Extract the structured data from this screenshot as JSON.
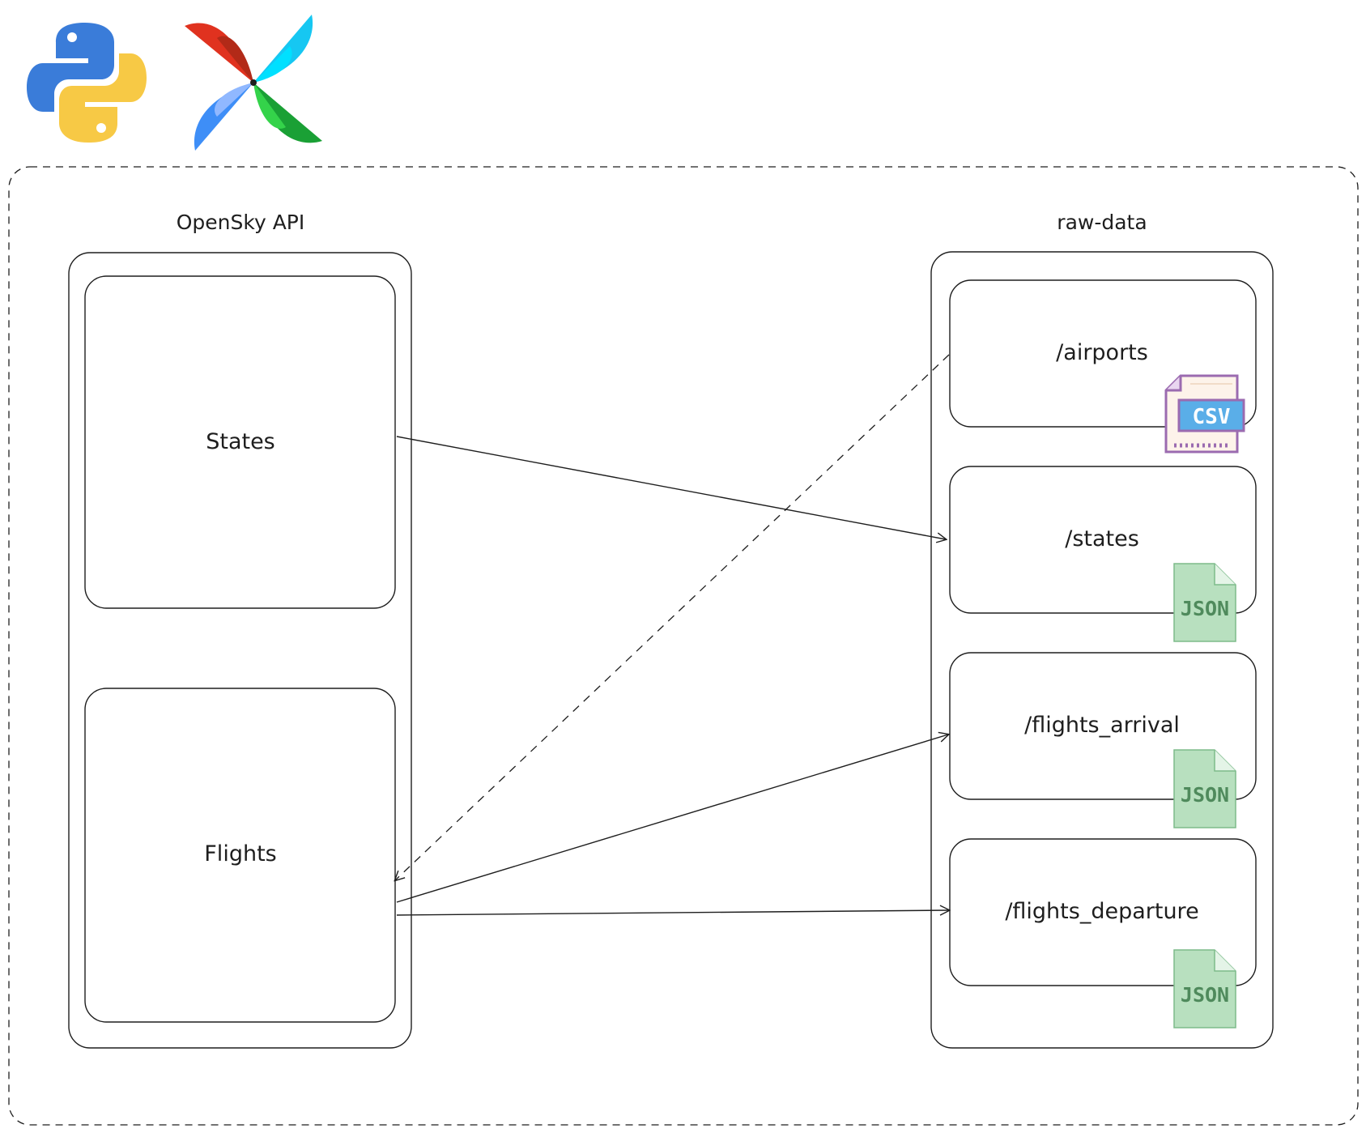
{
  "colors": {
    "stroke": "#1e1e1e",
    "json_fill": "#b8e0bf",
    "json_border": "#7dbb8a",
    "json_text": "#4f8a5c",
    "csv_fill": "#fdf3ea",
    "csv_border": "#9b6bb0",
    "csv_label": "#5aaee8",
    "python_blue": "#3a7cd9",
    "python_yellow": "#f7c945"
  },
  "logos": {
    "left": {
      "icon": "python-logo-icon"
    },
    "right": {
      "icon": "airflow-pinwheel-icon"
    }
  },
  "source": {
    "title": "OpenSky API",
    "boxes": [
      {
        "id": "states",
        "label": "States"
      },
      {
        "id": "flights",
        "label": "Flights"
      }
    ]
  },
  "target": {
    "title": "raw-data",
    "boxes": [
      {
        "id": "airports",
        "label": "/airports",
        "badge": "CSV"
      },
      {
        "id": "states_dir",
        "label": "/states",
        "badge": "JSON"
      },
      {
        "id": "arrival",
        "label": "/flights_arrival",
        "badge": "JSON"
      },
      {
        "id": "departure",
        "label": "/flights_departure",
        "badge": "JSON"
      }
    ]
  },
  "edges": [
    {
      "from": "states",
      "to": "states_dir",
      "style": "solid"
    },
    {
      "from": "airports",
      "to": "flights",
      "style": "dashed"
    },
    {
      "from": "flights",
      "to": "arrival",
      "style": "solid"
    },
    {
      "from": "flights",
      "to": "departure",
      "style": "solid"
    }
  ]
}
